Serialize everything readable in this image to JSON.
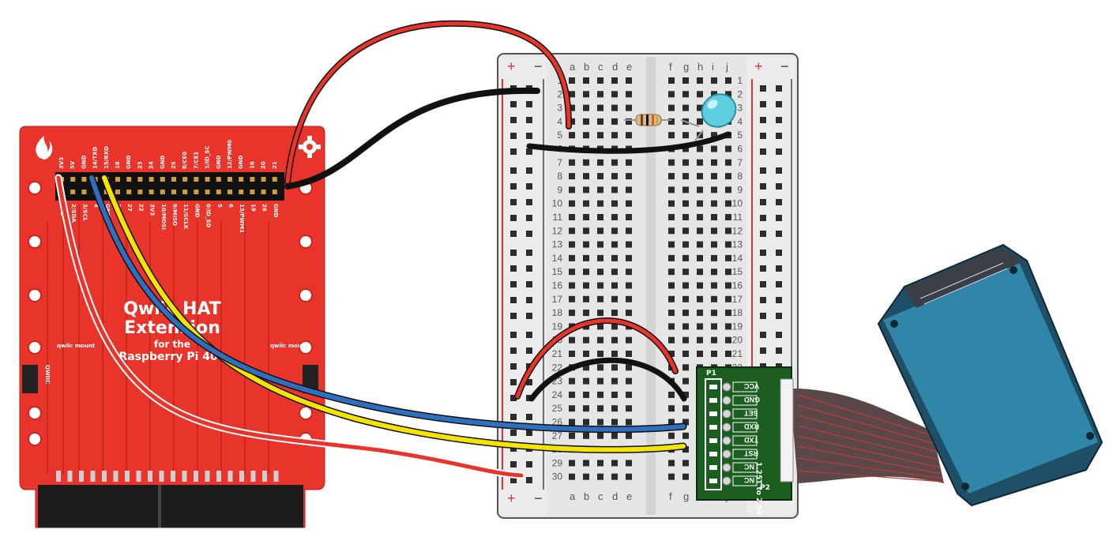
{
  "hat": {
    "title_line1": "Qwiic HAT",
    "title_line2": "Extension",
    "subtitle_line1": "for the",
    "subtitle_line2": "Raspberry Pi 400",
    "mount_label": "qwiic mount",
    "qwiic_label": "QWIIC",
    "top_pin_labels": [
      "3V3",
      "5V",
      "GND",
      "14/TXD",
      "15/RXD",
      "18",
      "GND",
      "23",
      "24",
      "GND",
      "25",
      "8/CE0",
      "7/CE1",
      "1/ID_SC",
      "GND",
      "12/PWM0",
      "GND",
      "16",
      "20",
      "21"
    ],
    "bottom_pin_labels": [
      "3V3",
      "2/SDA",
      "3/SCL",
      "4",
      "GND",
      "17",
      "27",
      "22",
      "3V3",
      "10/MOSI",
      "9/MISO",
      "11/SCLK",
      "GND",
      "0/ID_SD",
      "5",
      "6",
      "13/PWM1",
      "19",
      "26",
      "GND"
    ]
  },
  "breadboard": {
    "column_labels_left": [
      "a",
      "b",
      "c",
      "d",
      "e"
    ],
    "column_labels_right": [
      "f",
      "g",
      "h",
      "i",
      "j"
    ],
    "row_numbers": [
      "1",
      "2",
      "3",
      "4",
      "5",
      "6",
      "7",
      "8",
      "9",
      "10",
      "11",
      "12",
      "13",
      "14",
      "15",
      "16",
      "17",
      "18",
      "19",
      "20",
      "21",
      "22",
      "23",
      "24",
      "25",
      "26",
      "27",
      "28",
      "29",
      "30"
    ],
    "rail_plus": "+",
    "rail_minus": "−"
  },
  "adapter": {
    "header_label": "P1",
    "connector_label": "P2",
    "board_label": "1.25T to 2.54",
    "pin_labels": [
      "VCC",
      "GND",
      "SET",
      "RXD",
      "TXD",
      "RST",
      "NC",
      "NC"
    ]
  },
  "colors": {
    "pcb": "#e8342a",
    "wire_red": "#e8342a",
    "wire_black": "#111111",
    "wire_blue": "#2f6fc0",
    "wire_yellow": "#f5e400",
    "breadboard": "#e9e9e9",
    "adapter_green": "#1b5e20",
    "sensor_blue": "#2f86a8"
  }
}
